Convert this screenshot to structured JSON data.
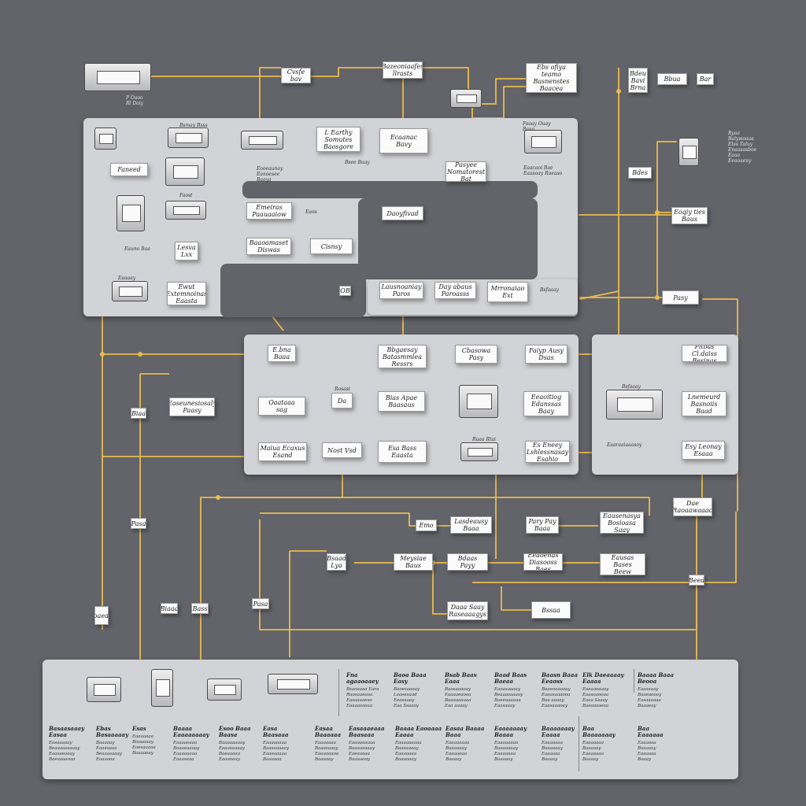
{
  "colors": {
    "background": "#63646a",
    "panel": "#d2d3d6",
    "wire": "#e8bb4e",
    "box": "#fbfbfb"
  },
  "boxes": {
    "b_top1": "Cvsfe\nbav",
    "b_top2": "Bazeoniaafes\nllrasts",
    "b_top3": "Ebs ofiya\nteamo\nBasnenstes\nBaacea",
    "b_r1": "Bdeu\nBavi\nBrna",
    "b_r2": "Bbua",
    "b_r3": "Bar",
    "b_r4": "Bdes",
    "b_p1_1": "Faneed",
    "b_p1_2": "Lesva\nLxx",
    "b_p1_3": "Ewut\nExtemnoinas\nEaasta",
    "b_p1_4": "L Earthy\nSomutes\nBaosgore",
    "b_p1_5": "Ecaanac\nBavy",
    "b_p1_6": "Pasyee\nNomatorest\nBat",
    "b_p1_7": "Emeiras\nPaauaaiow",
    "b_p1_8": "Daoyfivad",
    "b_p1_9": "Baaoamaset\nDiswas",
    "b_p1_10": "Cisnsy",
    "b_p1_11": "Lausnoaniay\nParos",
    "b_p1_12": "Day abaus\nParoasss",
    "b_p1_13": "Mrronaiao\nExt",
    "b_r5": "Eoqiy ties\nBaus",
    "b_r6": "Pasy",
    "b_small1": "OB",
    "b_p2_1": "E.bna\nBaaa",
    "b_p2_2": "Bbgaesay\nBatasmmlea\nRessrs",
    "b_p2_3": "Cbasowa\nPasy",
    "b_p2_4": "Faiyp Ausy\nDsas",
    "b_p2_5": "Oaataaa\nsag",
    "b_p2_6": "Da",
    "b_p2_7": "Bias Apae\nBaasaus",
    "b_p2_8": "Eeaoitiog\nEdanssas\nBaay",
    "b_p2_9": "Maiua Ecaxus\nEsand",
    "b_p2_10": "Nost Vsd",
    "b_p2_11": "Esa Bass\nEaasta",
    "b_p2_12": "Es Eneey\nLshlessnasay\nEsahio",
    "b_p3_1": "Pitoas Cl.daiss\nBesinas",
    "b_p3_2": "Lnemeurd\nBasnoiis\nBaad",
    "b_p3_3": "Esy Leonay\nEsaaa",
    "b_l1": "Easeunesiosaly\nPaasy",
    "b_l2": "Biaa",
    "b_m1": "Emo",
    "b_m2": "Lasdeausy\nBaaa",
    "b_m3": "Pary Pay\nBaaa",
    "b_m4": "Eausenasya\nBosioasa\nSaay",
    "b_m5": "Dae\nRaoaawaaad",
    "b_m6": "Pasa",
    "b_m7": "Bsaad\nLya",
    "b_m8": "Meysiae\nBaus",
    "b_m9": "Bdaas\nPayy",
    "b_m10": "Eeaoenas\nDiasooss\nBaes",
    "b_m11": "Beed",
    "b_m12": "Eausas\nBases\nBeew",
    "b_m13": "Daaa Saay\nRaseaaagys",
    "b_m14": "Bssaa",
    "b_m15": "Eoaeaie",
    "b_m16": "Biaaa",
    "b_m17": "Bass"
  },
  "labels": {
    "l_top_icon": "P Oaoo\nRl Doiy",
    "l_panel1_a": "Faost",
    "l_panel1_b": "Eauno Baa",
    "l_panel1_c": "Eaaaay",
    "l_panel1_d": "Bsmay Bsss",
    "l_panel1_e": "Eooeaunoy\nEanoesee\nBaaya",
    "l_panel1_f": "Bsee Buay",
    "l_panel1_g": "Faoay Ouay\nBaaa",
    "l_legend": "Ryaa\nBalywoaaa\nElas Taluy\nEnaasasboe\nEaaa\nEeaoaeny",
    "l_p2_a": "Rosasi",
    "l_p2_b": "Ruaa Rtai",
    "l_p2_c": "Eaos",
    "l_p3_a": "Bsfaaay",
    "l_p3_b": "Eaaraaiaaasoy",
    "l_p1_h": "Eaacaoi Bae\nEaasoay Raeaso"
  },
  "columns": [
    {
      "title": "Fna\nagaaoaaey",
      "lines": [
        "Bsaoaaaa Eara",
        "Raosaaeaoa",
        "Easaaaaeso",
        "Eaaaasaoaa"
      ]
    },
    {
      "title": "Baoa Baaa\nEasy",
      "lines": [
        "Baoesaooay",
        "Laaeesaad",
        "Eeasaaay",
        "Eaa Ssaaoy"
      ]
    },
    {
      "title": "Bsab Baas\nEaaa",
      "lines": [
        "Baosaaaoay",
        "Eaaaaeaooa",
        "Baaaaaaaaa",
        "Eaa aaaay"
      ]
    },
    {
      "title": "Baad Baas\nBaeaa",
      "lines": [
        "Eaoasaaaay",
        "Beaaasaaaoy",
        "Baeeaaaaaa",
        "Eaasaaay"
      ]
    },
    {
      "title": "Baasn Baaa\nEeaoss",
      "lines": [
        "Baaeoaaaaay",
        "Eaaasaaaooa",
        "Baa aaaay",
        "Eaasaaaoay"
      ]
    },
    {
      "title": "Elk Daeaaaay\nEaaaa",
      "lines": [
        "Eaeaaoaaay",
        "Eaasoaooaa",
        "Eaaa Ssaay",
        "Baeaasaeoa"
      ]
    },
    {
      "title": "Baaaa Baaa\nBeooa",
      "lines": [
        "Eaasaaay",
        "Baaeaoooy",
        "Easaaaaaa",
        "Baaaeay"
      ]
    }
  ],
  "bottom_columns": [
    {
      "title": "Basaasaaay\nEasaa",
      "lines": [
        "Easaaaaay",
        "Beaaaasaaaay",
        "Eaasaeaaay",
        "Baeaaaaoaa"
      ]
    },
    {
      "title": "Ebas\nBasaaaaay",
      "lines": [
        "Baaaaay",
        "Eaaesaaa",
        "Beaaasaaay",
        "Eaaaaoa"
      ]
    },
    {
      "title": "Esas",
      "lines": [
        "Eaaaaaaa",
        "Baoaaaay",
        "Eaesaaaoa",
        "Baaaaoay"
      ]
    },
    {
      "title": "Baaaa\nEaaaaaaaay",
      "lines": [
        "Eaaaaoaaa",
        "Baaaeaaaay",
        "Eaaaaaaaa",
        "Eaaasaaa"
      ]
    },
    {
      "title": "Esoo Baaa\nBaasa",
      "lines": [
        "Baaaaaaaay",
        "Eaaasaaaay",
        "Baeaaaaa",
        "Eaaaoaay"
      ]
    },
    {
      "title": "Easa\nBaasaaa",
      "lines": [
        "Eaaaaaaaa",
        "Baasaaaaoy",
        "Eaaeaaaaa",
        "Baaaaaa"
      ]
    },
    {
      "title": "Easaa\nBaaaaaa",
      "lines": [
        "Eaaaaaaa",
        "Baaasaaay",
        "Eaaaaaaoa",
        "Baaaaay"
      ]
    },
    {
      "title": "Easaaaeaaa\nBaasaaa",
      "lines": [
        "Eaaaaaaaaa",
        "Baaaasaaay",
        "Eaeaaaaa",
        "Baaaaooy"
      ]
    },
    {
      "title": "Baaaa Eaoaaaa\nEaaaa",
      "lines": [
        "Eaaaaaaaaa",
        "Baasaaaay",
        "Eaaaaaaa",
        "Baaaaaay"
      ]
    },
    {
      "title": "Easaa Baaaa\nBaaa",
      "lines": [
        "Eaaaaaaaa",
        "Baaaaaay",
        "Eaaaaoaa",
        "Baaaay"
      ]
    },
    {
      "title": "Eaaaaaaay\nBaaaa",
      "lines": [
        "Eaaaaaaaa",
        "Baaaaaaay",
        "Eaaaaaaa",
        "Baaaaay"
      ]
    },
    {
      "title": "Baaaaaaay\nEaaaa",
      "lines": [
        "Eaaaaaaa",
        "Baaaaaay",
        "Eaaaaaa",
        "Baaaay"
      ]
    },
    {
      "title": "Baa\nBaaaaaaay",
      "lines": [
        "Eaaaaaaa",
        "Baaaaay",
        "Eaaaaaaa",
        "Baaaay"
      ]
    },
    {
      "title": "Baa\nEaaaaaa",
      "lines": [
        "Eaaaaaa",
        "Baaaaay",
        "Eaaaaaa",
        "Baaay"
      ]
    }
  ]
}
